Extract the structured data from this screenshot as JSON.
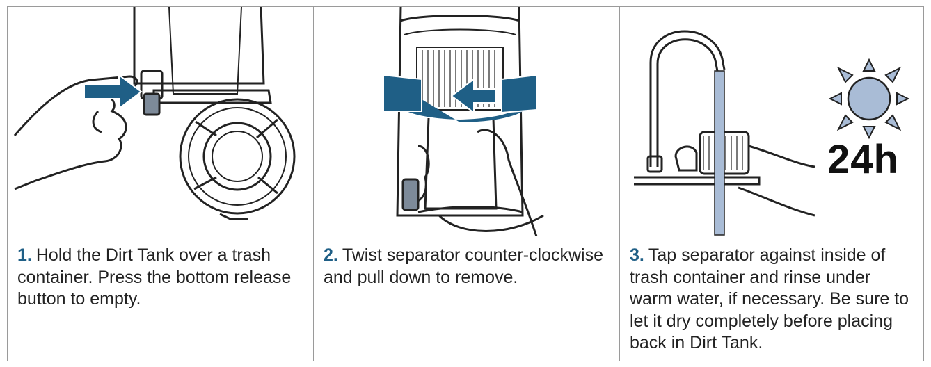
{
  "steps": [
    {
      "num": "1.",
      "text": "Hold the Dirt Tank over a trash container. Press the bottom release button to empty."
    },
    {
      "num": "2.",
      "text": "Twist separator counter-clockwise and pull down to remove."
    },
    {
      "num": "3.",
      "text": "Tap separator against inside of trash container and rinse under warm water, if necessary. Be sure to let it dry completely before placing back in Dirt Tank."
    }
  ],
  "dry_label": "24h",
  "colors": {
    "accent": "#1f5f86",
    "water": "#a9bcd6",
    "sun": "#a9bcd6",
    "outline": "#222222"
  },
  "icons": [
    "arrow-right-icon",
    "rotate-arrow-icon",
    "sun-icon"
  ]
}
